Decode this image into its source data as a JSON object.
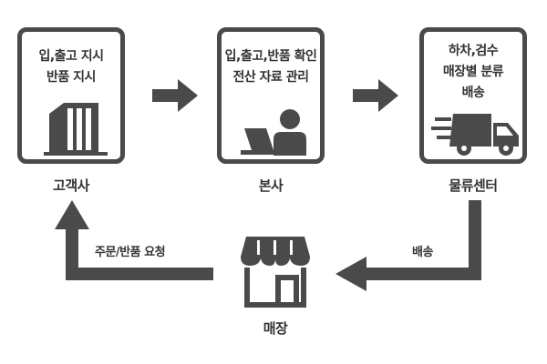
{
  "nodes": {
    "client": {
      "lines": [
        "입,출고 지시",
        "반품 지시"
      ],
      "label": "고객사",
      "icon": "office-building-icon"
    },
    "headquarters": {
      "lines": [
        "입,출고,반품 확인",
        "전산 자료 관리"
      ],
      "label": "본사",
      "icon": "person-at-laptop-icon"
    },
    "logistics": {
      "lines": [
        "하차,검수",
        "매장별 분류",
        "배송"
      ],
      "label": "물류센터",
      "icon": "delivery-truck-icon"
    },
    "store": {
      "label": "매장",
      "icon": "storefront-icon"
    }
  },
  "edges": {
    "logistics_to_store": "배송",
    "store_to_client": "주문/반품 요청"
  },
  "colors": {
    "box_border": "#4a4a4a",
    "arrow": "#4a4a4a",
    "text": "#333333",
    "icon": "#4a4a4a"
  }
}
